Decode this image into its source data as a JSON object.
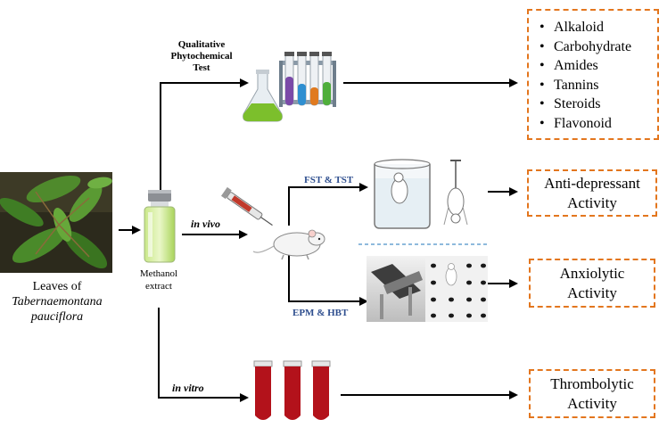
{
  "source": {
    "line1": "Leaves of",
    "line2": "Tabernaemontana",
    "line3": "pauciflora"
  },
  "extract": {
    "line1": "Methanol",
    "line2": "extract"
  },
  "branches": {
    "qualitative": {
      "line1": "Qualitative",
      "line2": "Phytochemical",
      "line3": "Test"
    },
    "in_vivo": "in vivo",
    "in_vitro": "in vitro",
    "fst_tst": "FST & TST",
    "epm_hbt": "EPM & HBT"
  },
  "phytochemicals": [
    "Alkaloid",
    "Carbohydrate",
    "Amides",
    "Tannins",
    "Steroids",
    "Flavonoid"
  ],
  "outcomes": {
    "antidepressant": {
      "line1": "Anti-depressant",
      "line2": "Activity"
    },
    "anxiolytic": {
      "line1": "Anxiolytic",
      "line2": "Activity"
    },
    "thrombolytic": {
      "line1": "Thrombolytic",
      "line2": "Activity"
    }
  },
  "colors": {
    "box_border": "#e3761e",
    "method_label": "#2f4f8f",
    "separator": "#4a90c8",
    "blood": "#b3121b"
  },
  "icons": [
    "leaf-photo",
    "vial-icon",
    "lab-flask-icon",
    "test-tubes-icon",
    "mouse-syringe-icon",
    "swim-test-icon",
    "tail-suspension-icon",
    "maze-icon",
    "hole-board-icon",
    "blood-tubes-icon"
  ]
}
